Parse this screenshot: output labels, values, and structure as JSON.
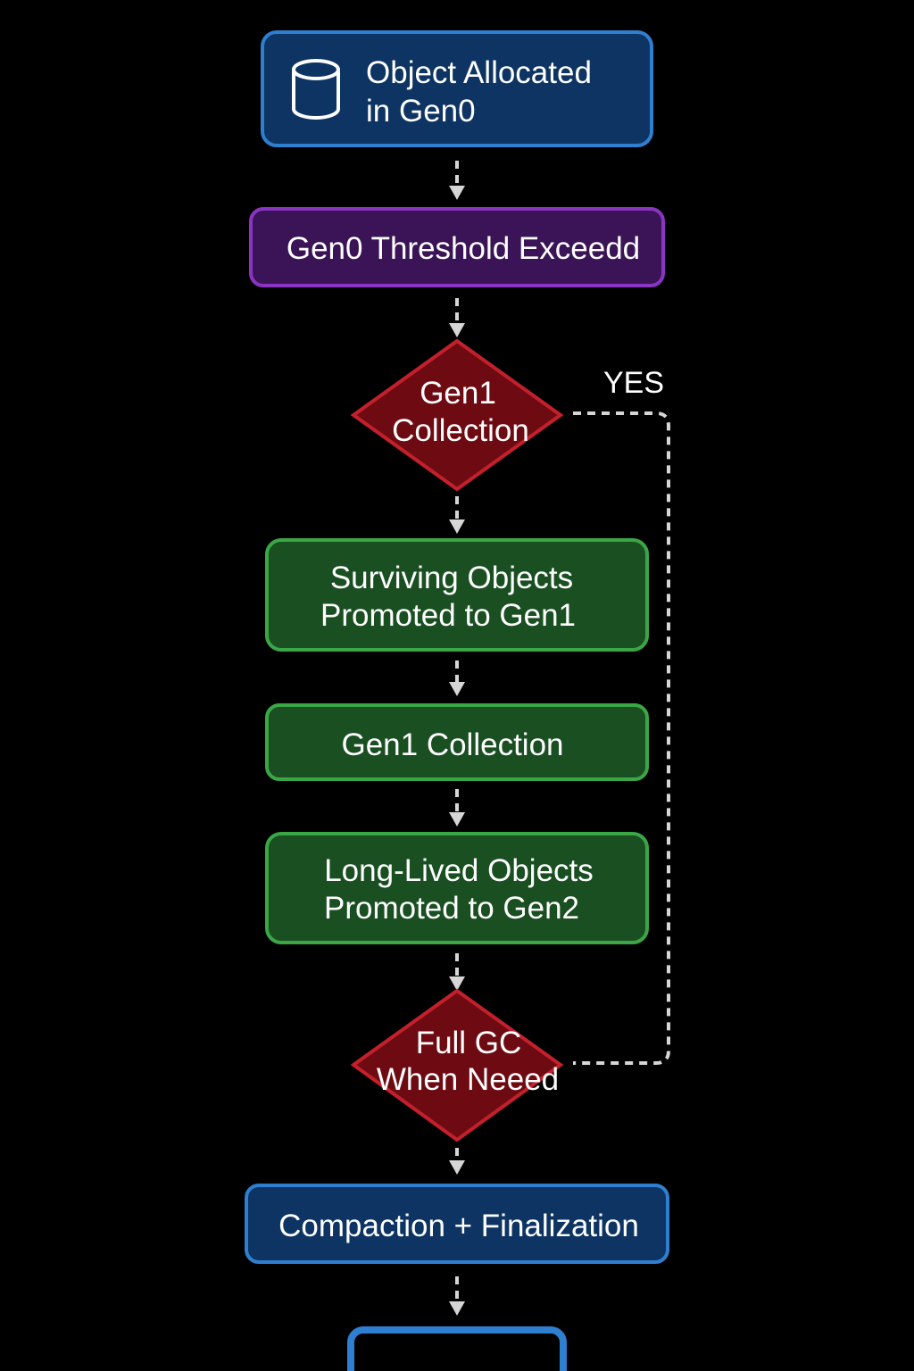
{
  "nodes": {
    "allocated": {
      "lines": [
        "Object Allocated",
        "in Gen0"
      ],
      "icon": "database-icon"
    },
    "threshold": {
      "lines": [
        "Gen0 Threshold Exceedd"
      ]
    },
    "gen1_decision": {
      "lines": [
        "Gen1",
        "Collection"
      ]
    },
    "promote_gen1": {
      "lines": [
        "Surviving Objects",
        "Promoted to Gen1"
      ]
    },
    "gen1_collection": {
      "lines": [
        "Gen1 Collection"
      ]
    },
    "promote_gen2": {
      "lines": [
        "Long-Lived Objects",
        "Promoted to Gen2"
      ]
    },
    "full_gc": {
      "lines": [
        "Full GC",
        "When Neeed"
      ]
    },
    "compaction": {
      "lines": [
        "Compaction + Finalization"
      ]
    },
    "final": {
      "lines": []
    }
  },
  "edge_labels": {
    "yes": "YES"
  },
  "colors": {
    "background": "#000000",
    "blue_fill": "#0d3463",
    "blue_border": "#2f7fd1",
    "purple_fill": "#3a1457",
    "purple_border": "#8a34c2",
    "red_fill": "#6e0b12",
    "red_border": "#c4202c",
    "green_fill": "#1a4f22",
    "green_border": "#3aa646",
    "connector": "#d6d6d6",
    "text": "#ffffff"
  }
}
